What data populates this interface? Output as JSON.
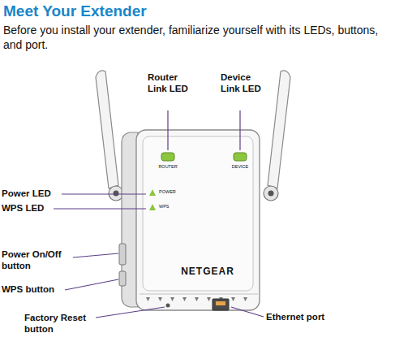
{
  "diagram": {
    "title": "Meet Your Extender",
    "labels": [
      "Before you install your extender, familiarize yourself with its LEDs, buttons, and port.",
      "Router Link LED",
      "Device Link LED",
      "Power LED",
      "WPS LED",
      "Power On/Off button",
      "WPS button",
      "Factory Reset button",
      "Ethernet port",
      "ROUTER",
      "DEVICE",
      "POWER",
      "WPS",
      "NETGEAR"
    ]
  }
}
